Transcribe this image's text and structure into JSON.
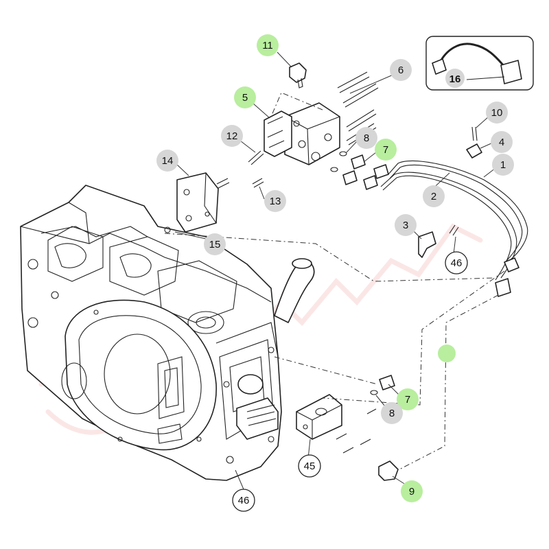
{
  "colors": {
    "highlight": "#b8ee9e",
    "neutral": "#d6d6d6",
    "outline_badge": "#ffffff",
    "watermark": "#e23a3a"
  },
  "callouts": [
    {
      "id": "11",
      "label": "11",
      "style": "highlight"
    },
    {
      "id": "6",
      "label": "6",
      "style": "neutral"
    },
    {
      "id": "5",
      "label": "5",
      "style": "highlight"
    },
    {
      "id": "12",
      "label": "12",
      "style": "neutral"
    },
    {
      "id": "8a",
      "label": "8",
      "style": "neutral"
    },
    {
      "id": "7a",
      "label": "7",
      "style": "highlight"
    },
    {
      "id": "10",
      "label": "10",
      "style": "neutral"
    },
    {
      "id": "4",
      "label": "4",
      "style": "neutral"
    },
    {
      "id": "1",
      "label": "1",
      "style": "neutral"
    },
    {
      "id": "14",
      "label": "14",
      "style": "neutral"
    },
    {
      "id": "2",
      "label": "2",
      "style": "neutral"
    },
    {
      "id": "13",
      "label": "13",
      "style": "neutral"
    },
    {
      "id": "3",
      "label": "3",
      "style": "neutral"
    },
    {
      "id": "15",
      "label": "15",
      "style": "neutral"
    },
    {
      "id": "46a",
      "label": "46",
      "style": "outline"
    },
    {
      "id": "7b",
      "label": "7",
      "style": "highlight"
    },
    {
      "id": "8b",
      "label": "8",
      "style": "neutral"
    },
    {
      "id": "45",
      "label": "45",
      "style": "outline"
    },
    {
      "id": "9",
      "label": "9",
      "style": "highlight"
    },
    {
      "id": "46b",
      "label": "46",
      "style": "outline"
    },
    {
      "id": "16",
      "label": "16",
      "style": "inset"
    },
    {
      "id": "blank",
      "label": "",
      "style": "highlight"
    }
  ]
}
